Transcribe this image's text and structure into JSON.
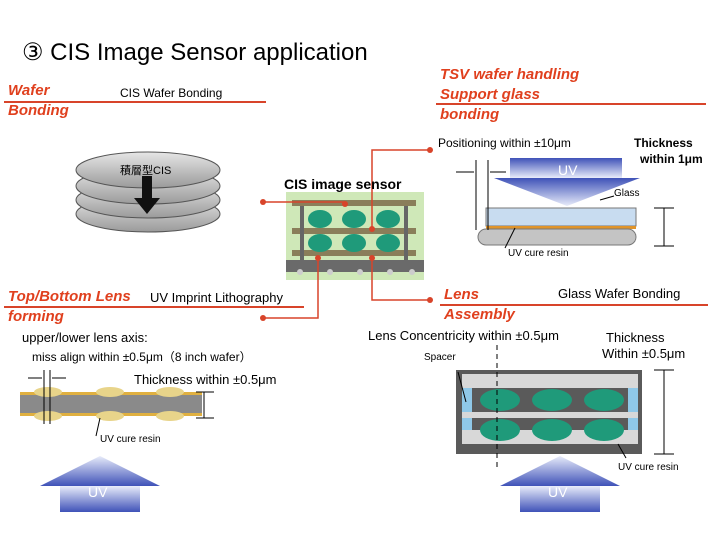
{
  "title": "③  CIS Image Sensor application",
  "wafer_bonding": {
    "heading_line1": "Wafer",
    "heading_line2": "Bonding",
    "label": "CIS   Wafer Bonding",
    "stack_label": "積層型CIS"
  },
  "tsv": {
    "heading_line1": "TSV  wafer handling",
    "heading_line2": "Support glass",
    "heading_line3": "bonding",
    "positioning": "Positioning within ±10μm",
    "thickness_line1": "Thickness",
    "thickness_line2": "within 1μm",
    "uv": "UV",
    "glass": "Glass",
    "resin": "UV cure resin"
  },
  "cis_sensor": {
    "label": "CIS image sensor"
  },
  "lens_forming": {
    "heading_line1": "Top/Bottom Lens",
    "heading_line2": "forming",
    "method": "UV Imprint Lithography",
    "axis_line1": "upper/lower lens axis:",
    "axis_line2": "miss align within ±0.5μm（8 inch wafer）",
    "thickness": "Thickness within ±0.5μm",
    "resin": "UV cure resin",
    "uv": "UV"
  },
  "lens_assembly": {
    "heading_line1": "Lens",
    "heading_line2": "Assembly",
    "method": "Glass Wafer Bonding",
    "concentricity": "Lens Concentricity within ±0.5μm",
    "thickness_line1": "Thickness",
    "thickness_line2": "Within ±0.5μm",
    "spacer": "Spacer",
    "resin": "UV cure resin",
    "uv": "UV"
  },
  "colors": {
    "accent": "#d8442a",
    "lens_green": "#1f9a7a",
    "uv_arrow": "#5a6ec8",
    "sensor_bg": "#cfe8b8"
  }
}
